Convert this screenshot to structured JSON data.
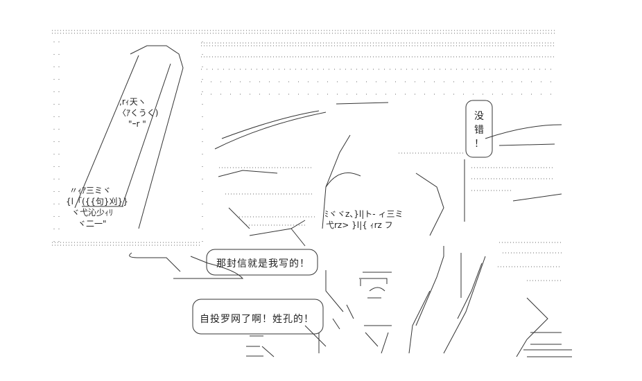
{
  "bubbles": {
    "upper": "那封信就是我写的！",
    "lower": "自投罗网了啊！姓孔的！",
    "vertical": [
      "没",
      "错",
      "！"
    ]
  },
  "art": {
    "capsule_lines": [
      ",rｨ天ヽ",
      "〈ｱくうく)",
      "\"ｰr \""
    ],
    "fist_lines": [
      "〃ｨｱ三ミヾ",
      "{l「({{句}刈}}",
      "ヾ弋沁少ｨﾘ",
      "ヾ二一\""
    ],
    "face_lines": [
      "弋rz> }l|{ ｨrz フ",
      "ﾐヾヾz、}l|ト- ィ三ミ"
    ]
  }
}
